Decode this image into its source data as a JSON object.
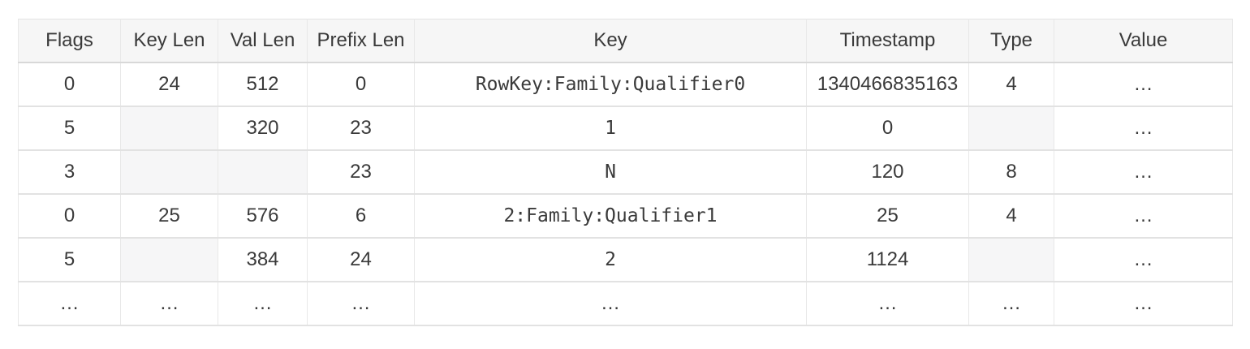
{
  "table": {
    "title": "key-value-entries-table",
    "columns": [
      "Flags",
      "Key Len",
      "Val Len",
      "Prefix Len",
      "Key",
      "Timestamp",
      "Type",
      "Value"
    ],
    "rows": [
      {
        "cells": [
          {
            "text": "0"
          },
          {
            "text": "24"
          },
          {
            "text": "512"
          },
          {
            "text": "0"
          },
          {
            "text": "RowKey:Family:Qualifier0",
            "mono": true
          },
          {
            "text": "1340466835163"
          },
          {
            "text": "4"
          },
          {
            "text": "…"
          }
        ]
      },
      {
        "cells": [
          {
            "text": "5"
          },
          {
            "text": "",
            "empty": true
          },
          {
            "text": "320"
          },
          {
            "text": "23"
          },
          {
            "text": "1",
            "mono": true
          },
          {
            "text": "0"
          },
          {
            "text": "",
            "empty": true
          },
          {
            "text": "…"
          }
        ]
      },
      {
        "cells": [
          {
            "text": "3"
          },
          {
            "text": "",
            "empty": true
          },
          {
            "text": "",
            "empty": true
          },
          {
            "text": "23"
          },
          {
            "text": "N",
            "mono": true
          },
          {
            "text": "120"
          },
          {
            "text": "8"
          },
          {
            "text": "…"
          }
        ]
      },
      {
        "cells": [
          {
            "text": "0"
          },
          {
            "text": "25"
          },
          {
            "text": "576"
          },
          {
            "text": "6"
          },
          {
            "text": "2:Family:Qualifier1",
            "mono": true
          },
          {
            "text": "25"
          },
          {
            "text": "4"
          },
          {
            "text": "…"
          }
        ]
      },
      {
        "cells": [
          {
            "text": "5"
          },
          {
            "text": "",
            "empty": true
          },
          {
            "text": "384"
          },
          {
            "text": "24"
          },
          {
            "text": "2",
            "mono": true
          },
          {
            "text": "1124"
          },
          {
            "text": "",
            "empty": true
          },
          {
            "text": "…"
          }
        ]
      },
      {
        "cells": [
          {
            "text": "…"
          },
          {
            "text": "…"
          },
          {
            "text": "…"
          },
          {
            "text": "…"
          },
          {
            "text": "…"
          },
          {
            "text": "…"
          },
          {
            "text": "…"
          },
          {
            "text": "…"
          }
        ]
      }
    ]
  },
  "colors": {
    "page_bg": "#ffffff",
    "header_bg": "#f6f6f6",
    "empty_cell_bg": "#f6f6f7",
    "row_border": "#e2e2e2",
    "column_border": "#e8e8e8",
    "header_bottom_border": "#d8d8d8",
    "text": "#3a3a3a"
  }
}
